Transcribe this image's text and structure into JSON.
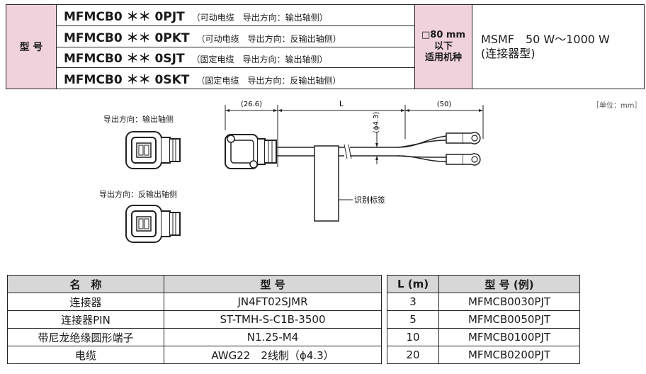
{
  "spec": {
    "label": "型 号",
    "models": [
      {
        "code": "MFMCB0 ＊＊ 0PJT",
        "note": "（可动电缆　导出方向：输出轴侧）"
      },
      {
        "code": "MFMCB0 ＊＊ 0PKT",
        "note": "（可动电缆　导出方向：反输出轴侧）"
      },
      {
        "code": "MFMCB0 ＊＊ 0SJT",
        "note": "（固定电缆　导出方向：输出轴侧）"
      },
      {
        "code": "MFMCB0 ＊＊ 0SKT",
        "note": "（固定电缆　导出方向：反输出轴侧）"
      }
    ],
    "size_line1": "□80 mm",
    "size_line2": "以下",
    "size_line3": "适用机种",
    "motor_line1": "MSMF　50 W～1000 W",
    "motor_line2": "(连接器型)"
  },
  "drawing": {
    "unit": "［单位：mm］",
    "direction_output": "导出方向：输出轴侧",
    "direction_reverse": "导出方向：反输出轴侧",
    "dim_connector": "(26.6)",
    "dim_length": "L",
    "dim_terminal": "(50)",
    "dim_diameter": "(ϕ4.3)",
    "label_tag": "识别标签"
  },
  "parts": {
    "headers": [
      "名　称",
      "型 号"
    ],
    "rows": [
      {
        "name": "连接器",
        "model": "JN4FT02SJMR"
      },
      {
        "name": "连接器PIN",
        "model": "ST-TMH-S-C1B-3500"
      },
      {
        "name": "带尼龙绝缘圆形端子",
        "model": "N1.25-M4"
      },
      {
        "name": "电缆",
        "model": "AWG22　2线制（ϕ4.3）"
      }
    ]
  },
  "lengths": {
    "headers": [
      "L (m)",
      "型 号 (例)"
    ],
    "rows": [
      {
        "l": "3",
        "model": "MFMCB0030PJT"
      },
      {
        "l": "5",
        "model": "MFMCB0050PJT"
      },
      {
        "l": "10",
        "model": "MFMCB0100PJT"
      },
      {
        "l": "20",
        "model": "MFMCB0200PJT"
      }
    ]
  }
}
